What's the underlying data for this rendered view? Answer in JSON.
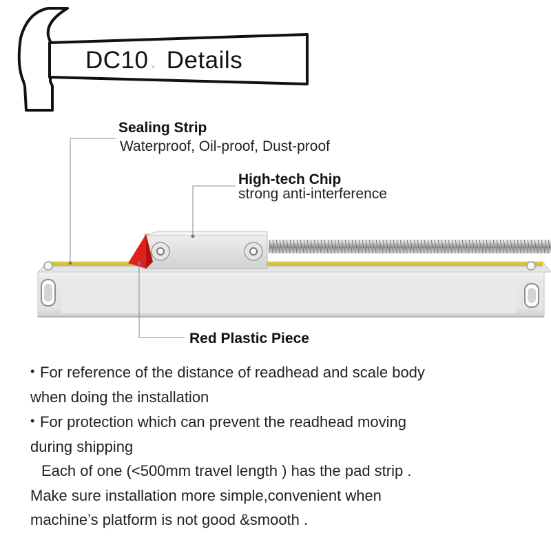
{
  "header": {
    "model": "DC10",
    "separator": ".",
    "title": "Details"
  },
  "callouts": {
    "sealing_strip": {
      "title": "Sealing Strip",
      "subtitle": "Waterproof, Oil-proof, Dust-proof"
    },
    "chip": {
      "title": "High-tech Chip",
      "subtitle": "strong anti-interference"
    },
    "red_piece": {
      "title": "Red Plastic Piece"
    }
  },
  "description": {
    "bullet_symbol": "•",
    "bullet1_line1": "For reference of the distance of readhead and scale body",
    "bullet1_line2": "when doing the installation",
    "bullet2_line1": "For protection which can prevent the readhead moving",
    "bullet2_line2": "during shipping",
    "line5": "Each of one (<500mm travel length ) has the pad strip .",
    "line6": "Make sure installation more simple,convenient when",
    "line7": "machine’s platform is not good &smooth ."
  },
  "colors": {
    "red_piece": "#e0201c",
    "yellow_strip": "#d8c41a",
    "scale_body": "#e2e2e2"
  }
}
